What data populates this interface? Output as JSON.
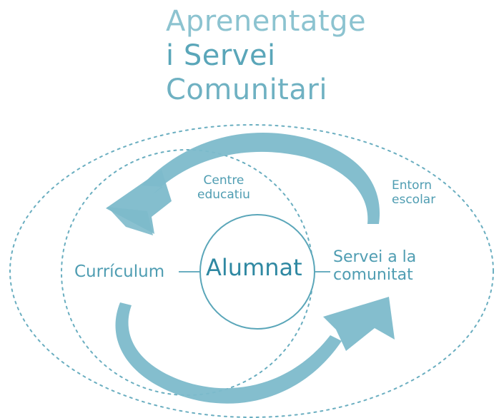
{
  "title": {
    "line1": "Aprenentatge",
    "line2": "i Servei",
    "line3": "Comunitari"
  },
  "nodes": {
    "center": "Alumnat",
    "left": "Currículum",
    "right_line1": "Servei a la",
    "right_line2": "comunitat",
    "inner_ring_line1": "Centre",
    "inner_ring_line2": "educatiu",
    "outer_ring_line1": "Entorn",
    "outer_ring_line2": "escolar"
  },
  "colors": {
    "accent": "#7fbccb",
    "arrow": "#7dbacb",
    "text": "#4f9db2",
    "center_text": "#2f88a2",
    "title_light": "#8cc3d0",
    "title_mid": "#5aa6b9",
    "dotted_line": "#6aaec0"
  }
}
